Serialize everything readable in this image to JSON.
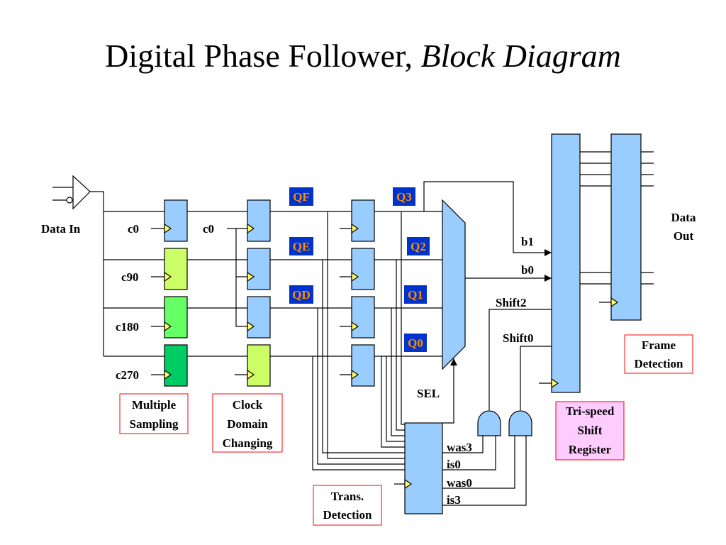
{
  "title": {
    "main": "Digital Phase Follower, ",
    "emphasis": "Block Diagram"
  },
  "colors": {
    "register_blue": "#99ccff",
    "c90_green": "#ccff66",
    "c180_green": "#66ff66",
    "c270_green": "#00cc66",
    "q_label_bg": "#0033cc",
    "q_label_text": "#ff8c00",
    "tri_speed_bg": "#ffccff",
    "caption_border": "#ff0000"
  },
  "labels": {
    "data_in": "Data In",
    "data_out_1": "Data",
    "data_out_2": "Out",
    "c0_a": "c0",
    "c0_b": "c0",
    "c90": "c90",
    "c180": "c180",
    "c270": "c270",
    "qf": "QF",
    "qe": "QE",
    "qd": "QD",
    "q3": "Q3",
    "q2": "Q2",
    "q1": "Q1",
    "q0": "Q0",
    "b1": "b1",
    "b0": "b0",
    "shift2": "Shift2",
    "shift0": "Shift0",
    "sel": "SEL",
    "was3": "was3",
    "is0": "is0",
    "was0": "was0",
    "is3": "is3"
  },
  "captions": {
    "multiple_sampling": [
      "Multiple",
      "Sampling"
    ],
    "clock_domain": [
      "Clock",
      "Domain",
      "Changing"
    ],
    "trans_detection": [
      "Trans.",
      "Detection"
    ],
    "tri_speed": [
      "Tri-speed",
      "Shift",
      "Register"
    ],
    "frame_detection": [
      "Frame",
      "Detection"
    ]
  }
}
